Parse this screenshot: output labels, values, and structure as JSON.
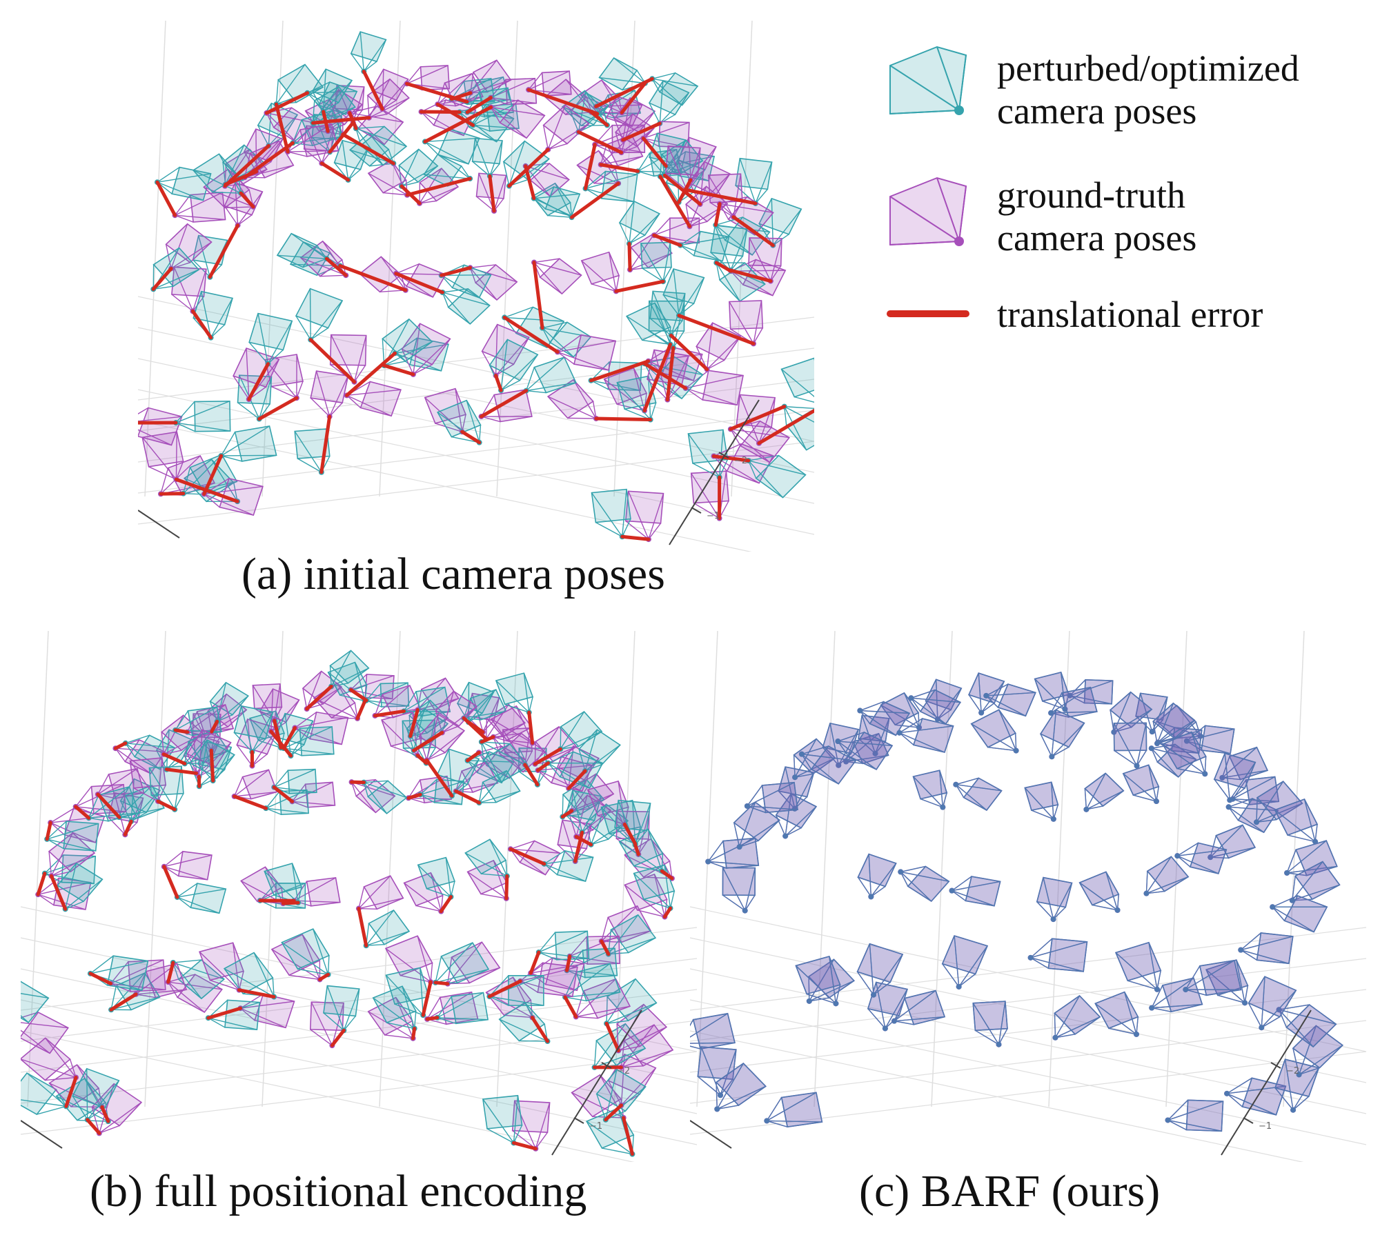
{
  "colors": {
    "perturbed": "#35a3ad",
    "ground_truth": "#a64fba",
    "error": "#d42a1f",
    "grid": "#dedede",
    "overlap": "#4f78b0"
  },
  "legend": {
    "items": [
      {
        "icon": "cyan-camera-frustum-icon",
        "line1": "perturbed/optimized",
        "line2": "camera poses"
      },
      {
        "icon": "magenta-camera-frustum-icon",
        "line1": "ground-truth",
        "line2": "camera poses"
      },
      {
        "icon": "red-line-icon",
        "line1": "translational error",
        "line2": ""
      }
    ]
  },
  "panels": [
    {
      "id": "a",
      "caption": "(a) initial camera poses",
      "error_level": 1.0,
      "ticks": [
        "−2",
        "−1"
      ]
    },
    {
      "id": "b",
      "caption": "(b) full positional encoding",
      "error_level": 0.55,
      "ticks": [
        "−2",
        "−1"
      ]
    },
    {
      "id": "c",
      "caption": "(c) BARF (ours)",
      "error_level": 0.0,
      "ticks": [
        "−2",
        "−1"
      ]
    }
  ]
}
